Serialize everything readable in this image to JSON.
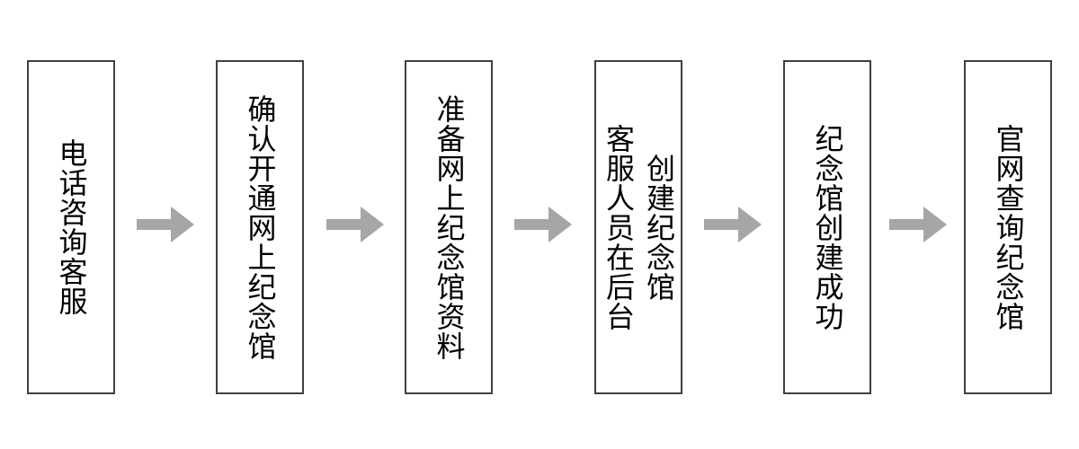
{
  "diagram": {
    "type": "flowchart",
    "direction": "left-to-right",
    "steps": [
      {
        "label": "电话咨询客服"
      },
      {
        "label": "确认开通网上纪念馆"
      },
      {
        "label": "准备网上纪念馆资料"
      },
      {
        "label": "客服人员在后台\n创建纪念馆"
      },
      {
        "label": "纪念馆创建成功"
      },
      {
        "label": "官网查询纪念馆"
      }
    ],
    "colors": {
      "box_border": "#404040",
      "box_fill": "#ffffff",
      "text": "#000000",
      "arrow": "#a6a6a6",
      "background": "#ffffff"
    }
  }
}
